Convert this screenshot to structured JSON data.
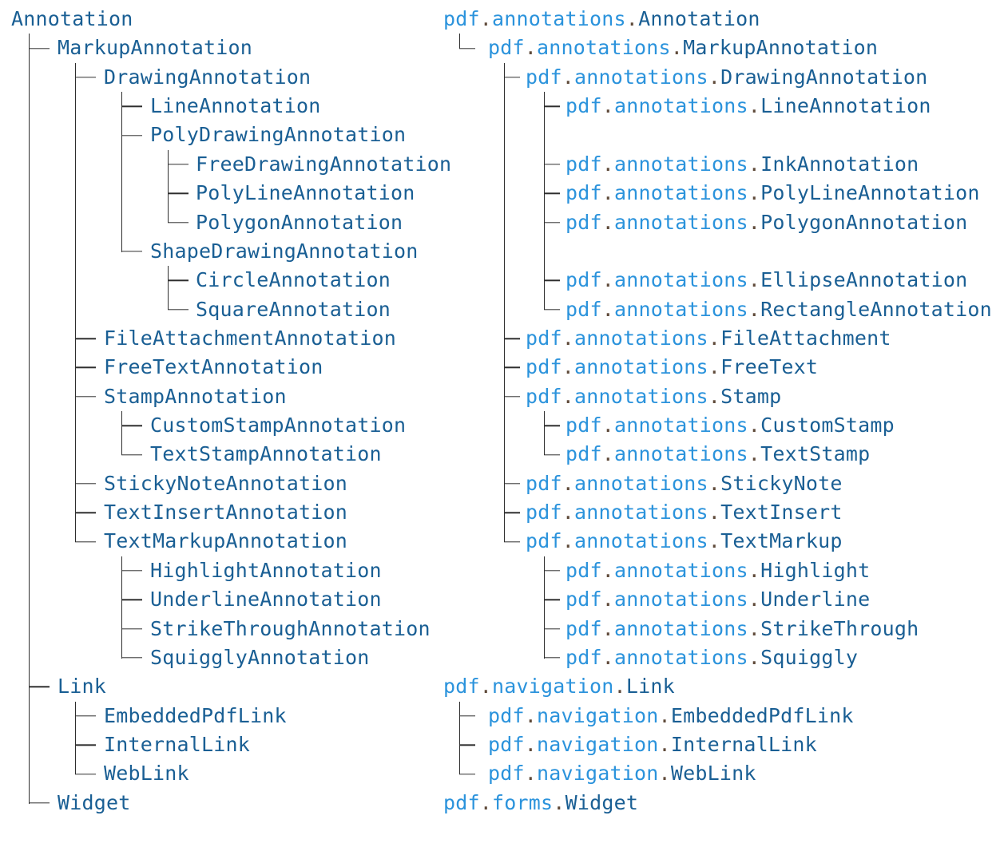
{
  "colors": {
    "class_text": "#1a5f94",
    "namespace_text": "#2b93dc",
    "dot_text": "#5f4a3a",
    "tree_line": "#2e2e2e",
    "background": "#ffffff"
  },
  "left_tree": {
    "rows": [
      {
        "text": "Annotation",
        "depth": 0,
        "conn": null,
        "guides": []
      },
      {
        "text": "MarkupAnnotation",
        "depth": 1,
        "conn": "tee",
        "guides": []
      },
      {
        "text": "DrawingAnnotation",
        "depth": 2,
        "conn": "tee",
        "guides": [
          0
        ]
      },
      {
        "text": "LineAnnotation",
        "depth": 3,
        "conn": "tee",
        "guides": [
          0,
          1
        ]
      },
      {
        "text": "PolyDrawingAnnotation",
        "depth": 3,
        "conn": "tee",
        "guides": [
          0,
          1
        ]
      },
      {
        "text": "FreeDrawingAnnotation",
        "depth": 4,
        "conn": "tee",
        "guides": [
          0,
          1,
          2
        ]
      },
      {
        "text": "PolyLineAnnotation",
        "depth": 4,
        "conn": "tee",
        "guides": [
          0,
          1,
          2
        ]
      },
      {
        "text": "PolygonAnnotation",
        "depth": 4,
        "conn": "elbow",
        "guides": [
          0,
          1,
          2
        ]
      },
      {
        "text": "ShapeDrawingAnnotation",
        "depth": 3,
        "conn": "elbow",
        "guides": [
          0,
          1
        ]
      },
      {
        "text": "CircleAnnotation",
        "depth": 4,
        "conn": "tee",
        "guides": [
          0,
          1
        ]
      },
      {
        "text": "SquareAnnotation",
        "depth": 4,
        "conn": "elbow",
        "guides": [
          0,
          1
        ]
      },
      {
        "text": "FileAttachmentAnnotation",
        "depth": 2,
        "conn": "tee",
        "guides": [
          0
        ]
      },
      {
        "text": "FreeTextAnnotation",
        "depth": 2,
        "conn": "tee",
        "guides": [
          0
        ]
      },
      {
        "text": "StampAnnotation",
        "depth": 2,
        "conn": "tee",
        "guides": [
          0
        ]
      },
      {
        "text": "CustomStampAnnotation",
        "depth": 3,
        "conn": "tee",
        "guides": [
          0,
          1
        ]
      },
      {
        "text": "TextStampAnnotation",
        "depth": 3,
        "conn": "elbow",
        "guides": [
          0,
          1
        ]
      },
      {
        "text": "StickyNoteAnnotation",
        "depth": 2,
        "conn": "tee",
        "guides": [
          0
        ]
      },
      {
        "text": "TextInsertAnnotation",
        "depth": 2,
        "conn": "tee",
        "guides": [
          0
        ]
      },
      {
        "text": "TextMarkupAnnotation",
        "depth": 2,
        "conn": "elbow",
        "guides": [
          0
        ]
      },
      {
        "text": "HighlightAnnotation",
        "depth": 3,
        "conn": "tee",
        "guides": [
          0
        ]
      },
      {
        "text": "UnderlineAnnotation",
        "depth": 3,
        "conn": "tee",
        "guides": [
          0
        ]
      },
      {
        "text": "StrikeThroughAnnotation",
        "depth": 3,
        "conn": "tee",
        "guides": [
          0
        ]
      },
      {
        "text": "SquigglyAnnotation",
        "depth": 3,
        "conn": "elbow",
        "guides": [
          0
        ]
      },
      {
        "text": "Link",
        "depth": 1,
        "conn": "tee",
        "guides": []
      },
      {
        "text": "EmbeddedPdfLink",
        "depth": 2,
        "conn": "tee",
        "guides": [
          0
        ]
      },
      {
        "text": "InternalLink",
        "depth": 2,
        "conn": "tee",
        "guides": [
          0
        ]
      },
      {
        "text": "WebLink",
        "depth": 2,
        "conn": "elbow",
        "guides": [
          0
        ]
      },
      {
        "text": "Widget",
        "depth": 1,
        "conn": "elbow",
        "guides": []
      }
    ]
  },
  "right_tree": {
    "rows": [
      {
        "parts": [
          "pdf",
          "annotations",
          "Annotation"
        ],
        "depth": 0,
        "conn": null,
        "guides": []
      },
      {
        "parts": [
          "pdf",
          "annotations",
          "MarkupAnnotation"
        ],
        "depth": 1,
        "conn": "elbow",
        "guides": []
      },
      {
        "parts": [
          "pdf",
          "annotations",
          "DrawingAnnotation"
        ],
        "depth": 2,
        "conn": "tee",
        "guides": []
      },
      {
        "parts": [
          "pdf",
          "annotations",
          "LineAnnotation"
        ],
        "depth": 3,
        "conn": "tee",
        "guides": [
          1
        ]
      },
      {
        "parts": null,
        "depth": 3,
        "conn": null,
        "guides": [
          1,
          2
        ]
      },
      {
        "parts": [
          "pdf",
          "annotations",
          "InkAnnotation"
        ],
        "depth": 3,
        "conn": "tee",
        "guides": [
          1
        ]
      },
      {
        "parts": [
          "pdf",
          "annotations",
          "PolyLineAnnotation"
        ],
        "depth": 3,
        "conn": "tee",
        "guides": [
          1
        ]
      },
      {
        "parts": [
          "pdf",
          "annotations",
          "PolygonAnnotation"
        ],
        "depth": 3,
        "conn": "tee",
        "guides": [
          1
        ]
      },
      {
        "parts": null,
        "depth": 3,
        "conn": null,
        "guides": [
          1,
          2
        ]
      },
      {
        "parts": [
          "pdf",
          "annotations",
          "EllipseAnnotation"
        ],
        "depth": 3,
        "conn": "tee",
        "guides": [
          1
        ]
      },
      {
        "parts": [
          "pdf",
          "annotations",
          "RectangleAnnotation"
        ],
        "depth": 3,
        "conn": "elbow",
        "guides": [
          1
        ]
      },
      {
        "parts": [
          "pdf",
          "annotations",
          "FileAttachment"
        ],
        "depth": 2,
        "conn": "tee",
        "guides": []
      },
      {
        "parts": [
          "pdf",
          "annotations",
          "FreeText"
        ],
        "depth": 2,
        "conn": "tee",
        "guides": []
      },
      {
        "parts": [
          "pdf",
          "annotations",
          "Stamp"
        ],
        "depth": 2,
        "conn": "tee",
        "guides": []
      },
      {
        "parts": [
          "pdf",
          "annotations",
          "CustomStamp"
        ],
        "depth": 3,
        "conn": "tee",
        "guides": [
          1
        ]
      },
      {
        "parts": [
          "pdf",
          "annotations",
          "TextStamp"
        ],
        "depth": 3,
        "conn": "elbow",
        "guides": [
          1
        ]
      },
      {
        "parts": [
          "pdf",
          "annotations",
          "StickyNote"
        ],
        "depth": 2,
        "conn": "tee",
        "guides": []
      },
      {
        "parts": [
          "pdf",
          "annotations",
          "TextInsert"
        ],
        "depth": 2,
        "conn": "tee",
        "guides": []
      },
      {
        "parts": [
          "pdf",
          "annotations",
          "TextMarkup"
        ],
        "depth": 2,
        "conn": "elbow",
        "guides": []
      },
      {
        "parts": [
          "pdf",
          "annotations",
          "Highlight"
        ],
        "depth": 3,
        "conn": "tee",
        "guides": []
      },
      {
        "parts": [
          "pdf",
          "annotations",
          "Underline"
        ],
        "depth": 3,
        "conn": "tee",
        "guides": []
      },
      {
        "parts": [
          "pdf",
          "annotations",
          "StrikeThrough"
        ],
        "depth": 3,
        "conn": "tee",
        "guides": []
      },
      {
        "parts": [
          "pdf",
          "annotations",
          "Squiggly"
        ],
        "depth": 3,
        "conn": "elbow",
        "guides": []
      },
      {
        "parts": [
          "pdf",
          "navigation",
          "Link"
        ],
        "depth": 0,
        "conn": null,
        "guides": []
      },
      {
        "parts": [
          "pdf",
          "navigation",
          "EmbeddedPdfLink"
        ],
        "depth": 1,
        "conn": "tee",
        "guides": []
      },
      {
        "parts": [
          "pdf",
          "navigation",
          "InternalLink"
        ],
        "depth": 1,
        "conn": "tee",
        "guides": []
      },
      {
        "parts": [
          "pdf",
          "navigation",
          "WebLink"
        ],
        "depth": 1,
        "conn": "elbow",
        "guides": []
      },
      {
        "parts": [
          "pdf",
          "forms",
          "Widget"
        ],
        "depth": 0,
        "conn": null,
        "guides": []
      }
    ]
  },
  "separator": "."
}
